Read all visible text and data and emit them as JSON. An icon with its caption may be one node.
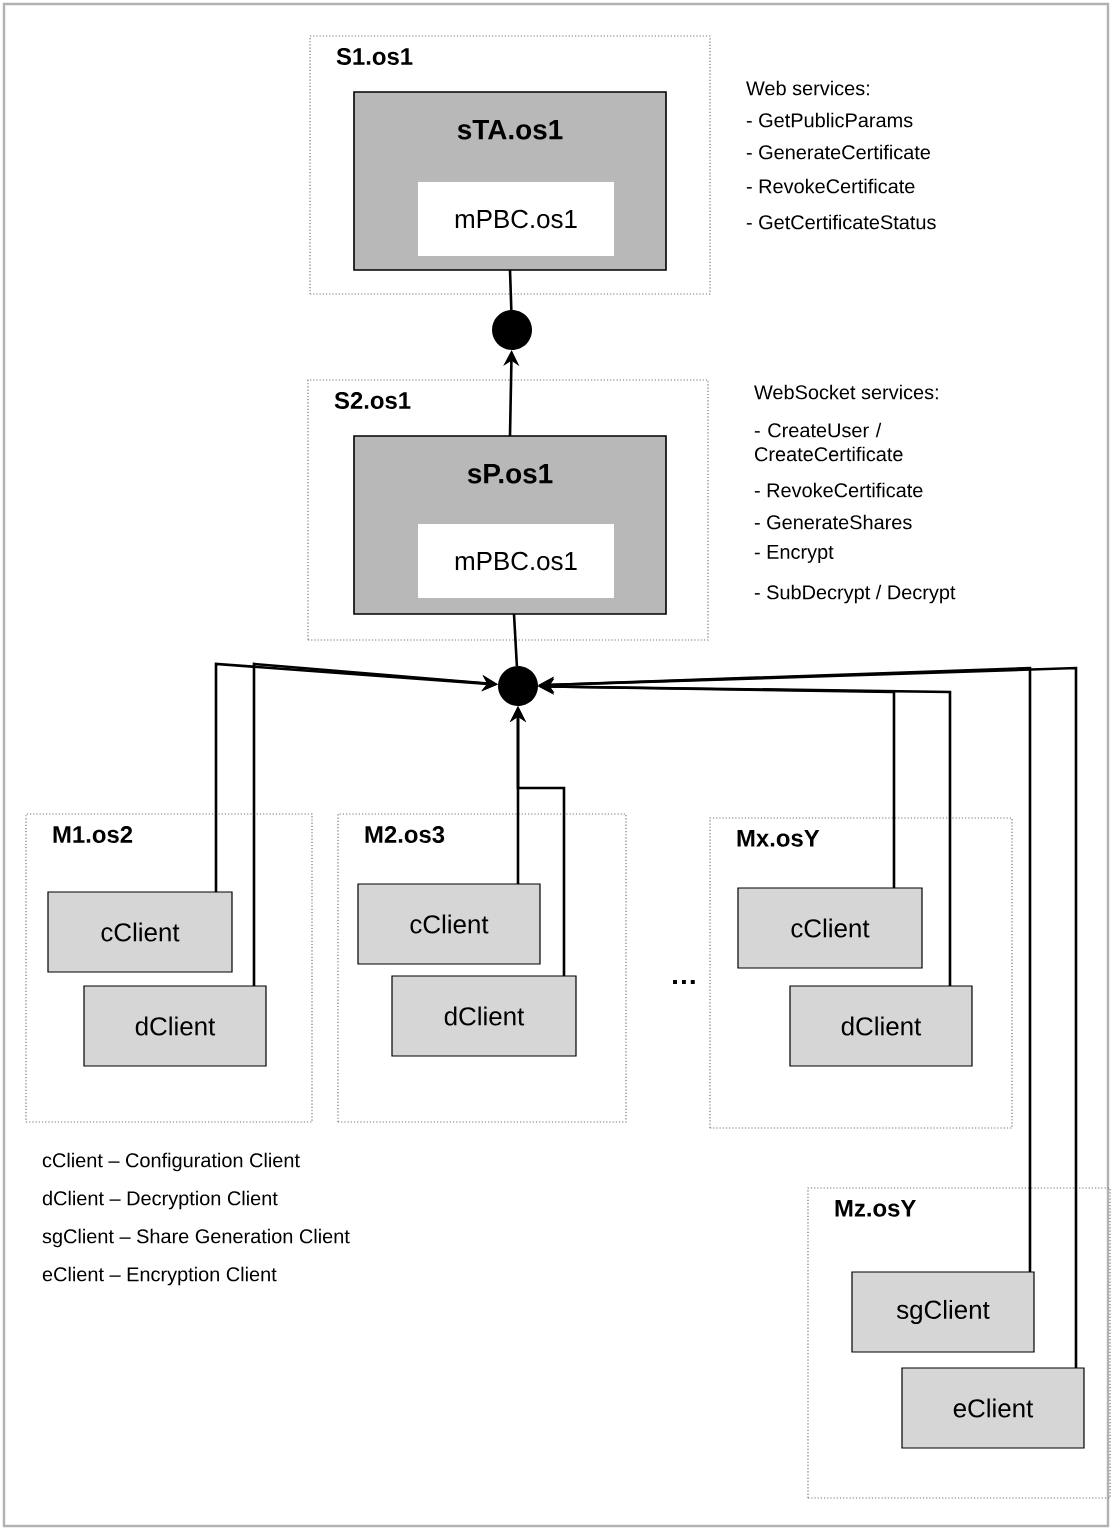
{
  "diagram": {
    "nodes": [
      {
        "text": [
          "S1.os1"
        ]
      },
      {
        "text": [
          "sTA.os1"
        ],
        "in": 0
      },
      {
        "text": [
          "mPBC.os1"
        ],
        "in": 1
      },
      {
        "text": [],
        "shape": "circle"
      },
      {
        "text": [
          "S2.os1"
        ]
      },
      {
        "text": [
          "sP.os1"
        ],
        "in": 4
      },
      {
        "text": [
          "mPBC.os1"
        ],
        "in": 5
      },
      {
        "text": [],
        "shape": "circle"
      },
      {
        "text": [
          "M1.os2"
        ]
      },
      {
        "text": [
          "cClient"
        ],
        "in": 8
      },
      {
        "text": [
          "dClient"
        ],
        "in": 8
      },
      {
        "text": [
          "M2.os3"
        ]
      },
      {
        "text": [
          "cClient"
        ],
        "in": 11
      },
      {
        "text": [
          "dClient"
        ],
        "in": 11
      },
      {
        "text": [
          "Mx.osY"
        ]
      },
      {
        "text": [
          "cClient"
        ],
        "in": 14
      },
      {
        "text": [
          "dClient"
        ],
        "in": 14
      },
      {
        "text": [
          "Mz.osY"
        ]
      },
      {
        "text": [
          "sgClient"
        ],
        "in": 17
      },
      {
        "text": [
          "eClient"
        ],
        "in": 17
      }
    ],
    "edges": [
      {
        "from": 1,
        "to": 3,
        "arrow": "none"
      },
      {
        "from": 5,
        "to": 3,
        "arrow": "to"
      },
      {
        "from": 5,
        "to": 7,
        "arrow": "none"
      },
      {
        "from": 9,
        "to": 7,
        "arrow": "to"
      },
      {
        "from": 10,
        "to": 7,
        "arrow": "to"
      },
      {
        "from": 12,
        "to": 7,
        "arrow": "to"
      },
      {
        "from": 13,
        "to": 7,
        "arrow": "to"
      },
      {
        "from": 15,
        "to": 7,
        "arrow": "to"
      },
      {
        "from": 16,
        "to": 7,
        "arrow": "to"
      },
      {
        "from": 18,
        "to": 7,
        "arrow": "to"
      },
      {
        "from": 19,
        "to": 7,
        "arrow": "to"
      }
    ],
    "labels": [
      "Web services:",
      "- GetPublicParams",
      "- GenerateCertificate",
      "- RevokeCertificate",
      "- GetCertificateStatus",
      "WebSocket services:",
      "- CreateUser / CreateCertificate",
      "- RevokeCertificate",
      "- GenerateShares",
      "- Encrypt",
      "- SubDecrypt / Decrypt",
      "…",
      "cClient – Configuration Client",
      "dClient – Decryption Client",
      "sgClient – Share Generation Client",
      "eClient – Encryption Client"
    ]
  }
}
